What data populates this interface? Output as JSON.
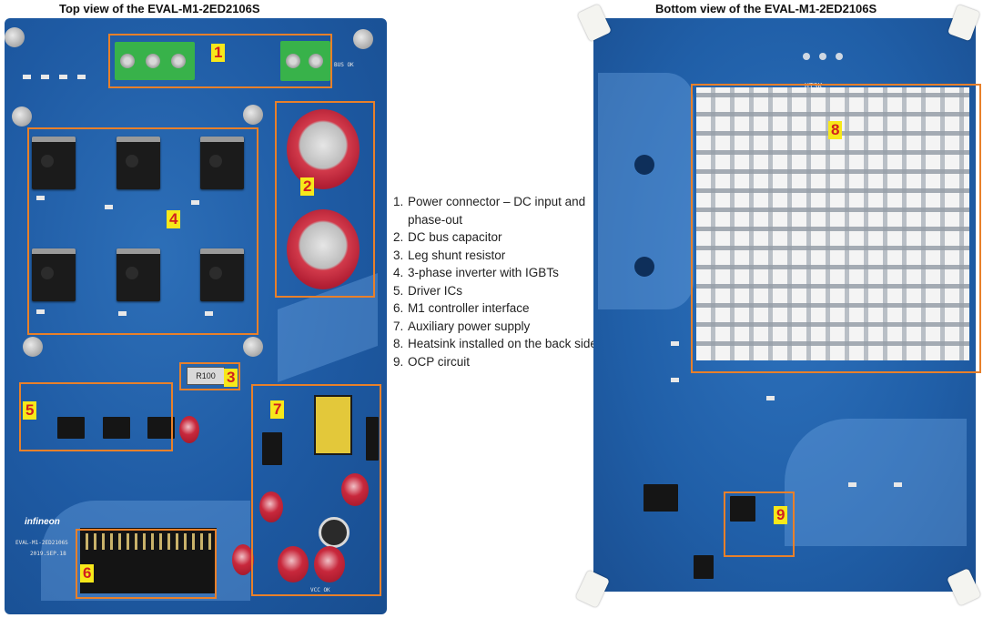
{
  "titles": {
    "top": "Top view of the EVAL-M1-2ED2106S",
    "bottom": "Bottom view of the EVAL-M1-2ED2106S"
  },
  "legend": [
    {
      "n": "1.",
      "text": "Power connector – DC input and phase-out"
    },
    {
      "n": "2.",
      "text": "DC bus capacitor"
    },
    {
      "n": "3.",
      "text": "Leg shunt resistor"
    },
    {
      "n": "4.",
      "text": " 3-phase inverter with IGBTs"
    },
    {
      "n": "5.",
      "text": "Driver ICs"
    },
    {
      "n": "6.",
      "text": "M1 controller interface"
    },
    {
      "n": "7.",
      "text": "Auxiliary power supply"
    },
    {
      "n": "8.",
      "text": "Heatsink installed on the back side"
    },
    {
      "n": "9.",
      "text": "OCP circuit"
    }
  ],
  "callouts": {
    "c1": "1",
    "c2": "2",
    "c3": "3",
    "c4": "4",
    "c5": "5",
    "c6": "6",
    "c7": "7",
    "c8": "8",
    "c9": "9"
  },
  "silkscreen": {
    "logo": "infineon",
    "board_name": "EVAL-M1-2ED2106S",
    "date": "2019.SEP.18",
    "shunt": "R100",
    "heatsink": "HTSK",
    "bus_ok": "BUS OK",
    "vcc_ok": "VCC OK"
  },
  "colors": {
    "callout_border": "#e8802a",
    "callout_label_bg": "#f7e81a",
    "callout_label_text": "#d11f1f",
    "pcb_blue": "#1e5aa3"
  }
}
